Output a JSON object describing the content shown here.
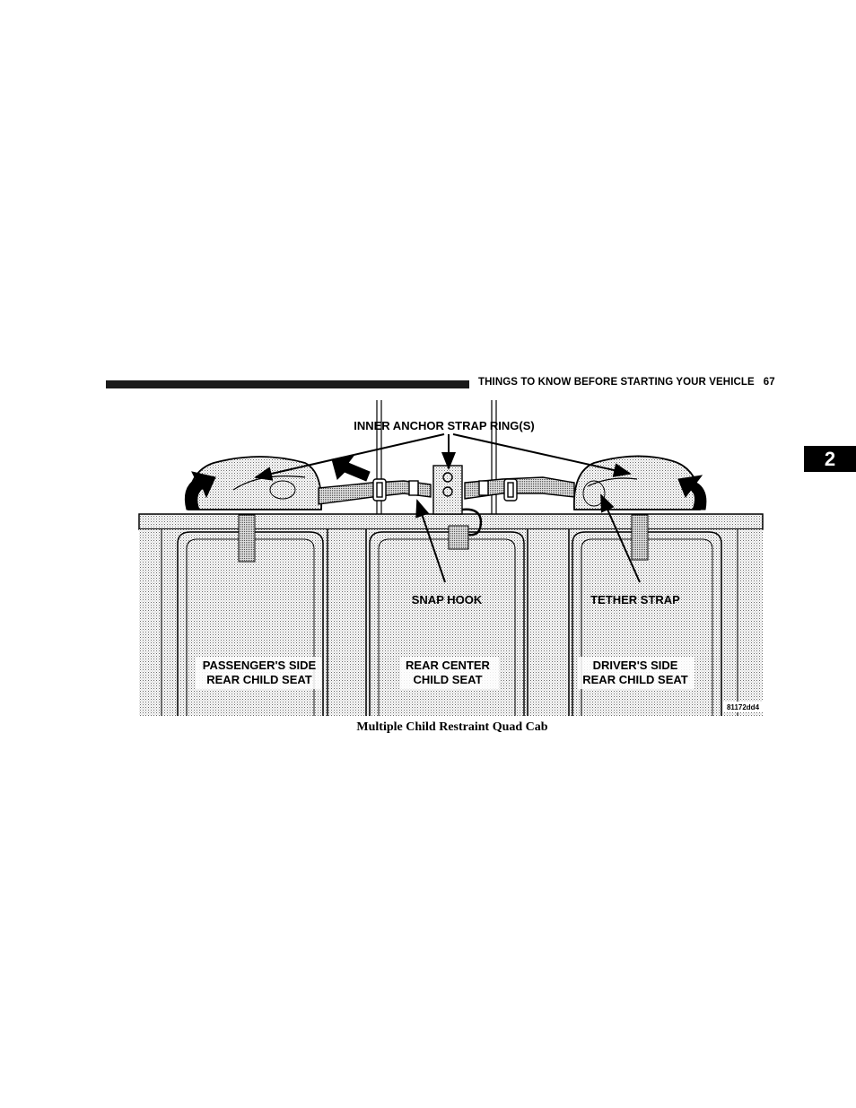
{
  "header": {
    "section_title": "THINGS TO KNOW BEFORE STARTING YOUR VEHICLE",
    "page_number": "67"
  },
  "chapter_tab": "2",
  "figure": {
    "labels": {
      "inner_anchor": "INNER ANCHOR STRAP RING(S)",
      "snap_hook": "SNAP HOOK",
      "tether_strap": "TETHER STRAP",
      "passenger_line1": "PASSENGER'S SIDE",
      "passenger_line2": "REAR CHILD SEAT",
      "center_line1": "REAR CENTER",
      "center_line2": "CHILD SEAT",
      "driver_line1": "DRIVER'S SIDE",
      "driver_line2": "REAR CHILD SEAT",
      "figure_code": "81172dd4"
    },
    "caption": "Multiple Child Restraint Quad Cab"
  }
}
